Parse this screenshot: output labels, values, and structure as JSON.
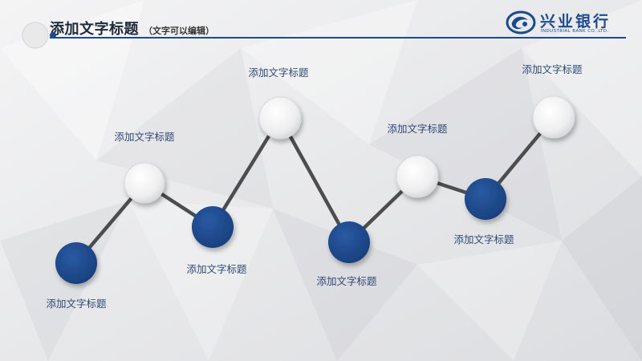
{
  "header": {
    "title": "添加文字标题",
    "subtitle": "（文字可以编辑）"
  },
  "logo": {
    "name": "兴业银行",
    "english": "INDUSTRIAL BANK CO.,LTD.",
    "icon": "industrial-bank-logo-icon"
  },
  "colors": {
    "accent": "#1c4a8d",
    "node_white": "#f2f2f2",
    "line": "#4d4d4d",
    "label_text": "#2f4a78"
  },
  "nodes": [
    {
      "label": "添加文字标题",
      "style": "blue"
    },
    {
      "label": "添加文字标题",
      "style": "white"
    },
    {
      "label": "添加文字标题",
      "style": "blue"
    },
    {
      "label": "添加文字标题",
      "style": "white"
    },
    {
      "label": "添加文字标题",
      "style": "blue"
    },
    {
      "label": "添加文字标题",
      "style": "white"
    },
    {
      "label": "添加文字标题",
      "style": "blue"
    },
    {
      "label": "添加文字标题",
      "style": "white"
    }
  ]
}
